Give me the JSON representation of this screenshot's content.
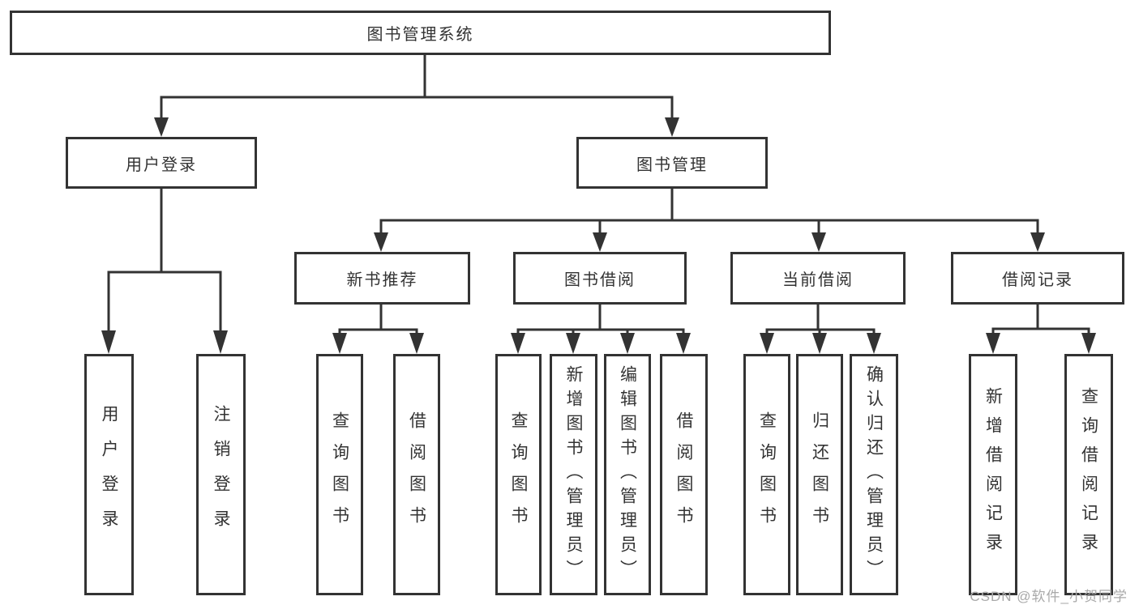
{
  "diagram": {
    "root": {
      "label": "图书管理系统"
    },
    "branches": [
      {
        "label": "用户登录",
        "children": [
          {
            "label": "用户登录"
          },
          {
            "label": "注销登录"
          }
        ]
      },
      {
        "label": "图书管理",
        "children": [
          {
            "label": "新书推荐",
            "children": [
              {
                "label": "查询图书"
              },
              {
                "label": "借阅图书"
              }
            ]
          },
          {
            "label": "图书借阅",
            "children": [
              {
                "label": "查询图书"
              },
              {
                "label": "新增图书（管理员）"
              },
              {
                "label": "编辑图书（管理员）"
              },
              {
                "label": "借阅图书"
              }
            ]
          },
          {
            "label": "当前借阅",
            "children": [
              {
                "label": "查询图书"
              },
              {
                "label": "归还图书"
              },
              {
                "label": "确认归还（管理员）"
              }
            ]
          },
          {
            "label": "借阅记录",
            "children": [
              {
                "label": "新增借阅记录"
              },
              {
                "label": "查询借阅记录"
              }
            ]
          }
        ]
      }
    ],
    "watermark": "CSDN @软件_小贺同学",
    "colors": {
      "line": "#333333",
      "text": "#333333",
      "watermark": "#a9a9a9",
      "background": "#ffffff"
    }
  }
}
